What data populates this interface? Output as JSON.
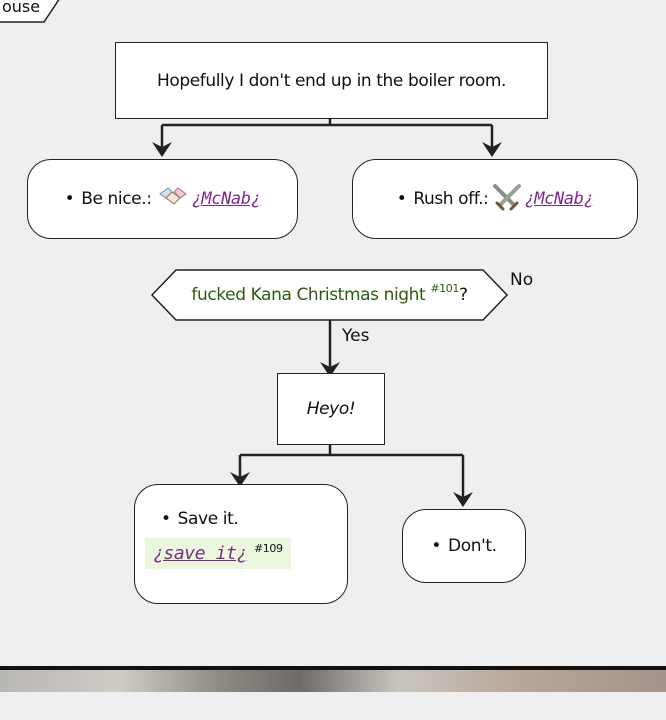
{
  "tag": {
    "label": "ouse"
  },
  "top_node": {
    "text": "Hopefully I don't end up in the boiler room."
  },
  "choice_left": {
    "label": "Be nice.:",
    "link": "¿McNab¿",
    "icon": "handshake-icon"
  },
  "choice_right": {
    "label": "Rush off.:",
    "link": "¿McNab¿",
    "icon": "crossed-swords-icon"
  },
  "condition": {
    "text": "fucked Kana Christmas night",
    "ref": "#101",
    "suffix": "?",
    "color": "#2e5a12"
  },
  "branch_no": "No",
  "branch_yes": "Yes",
  "heyo": {
    "text": "Heyo!"
  },
  "save_box": {
    "label": "Save it.",
    "link": "¿save it¿",
    "ref": "#109",
    "bg": "#eaf7dd"
  },
  "dont_box": {
    "label": "Don't."
  }
}
